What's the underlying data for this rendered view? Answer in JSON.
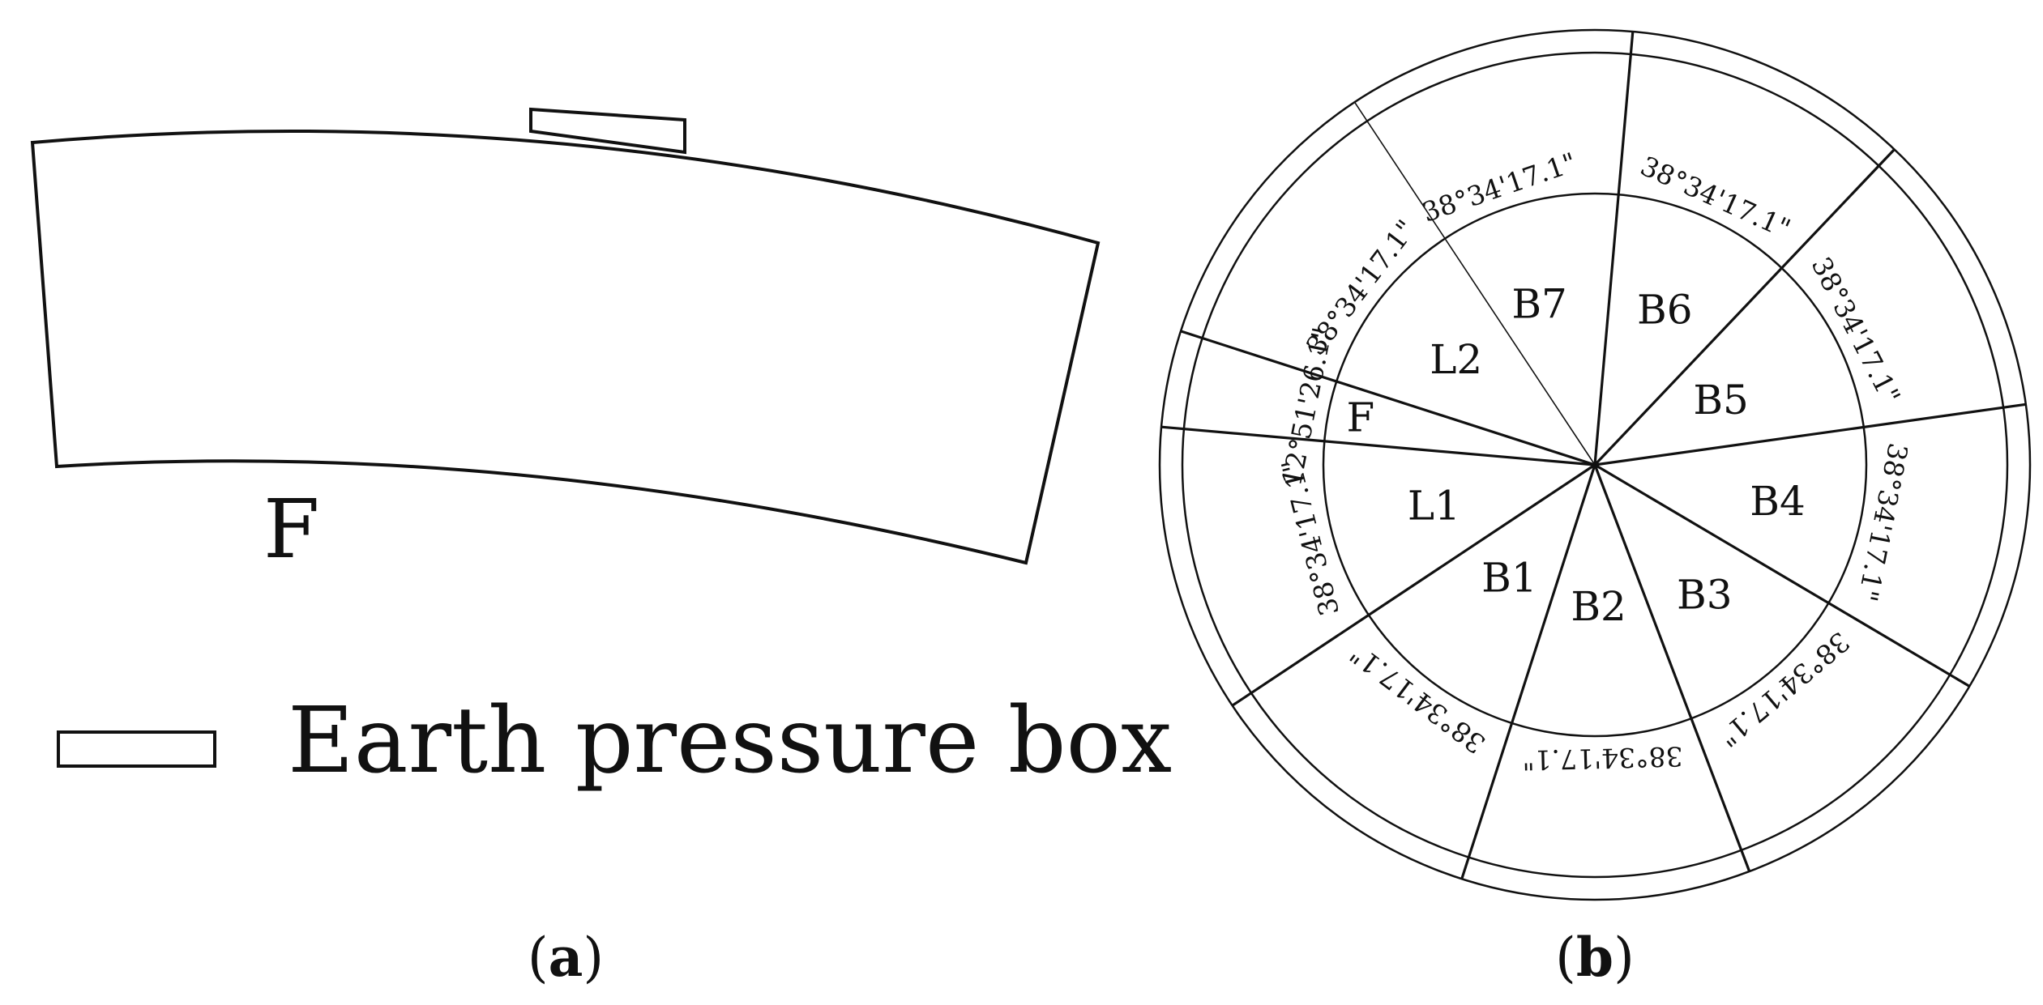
{
  "panel_a": {
    "label_open": "(",
    "label_letter": "a",
    "label_close": ")",
    "segment_label": "F",
    "legend_label": "Earth pressure box"
  },
  "panel_b": {
    "label_open": "(",
    "label_letter": "b",
    "label_close": ")",
    "segments": [
      "B6",
      "B5",
      "B4",
      "B3",
      "B2",
      "B1",
      "L1",
      "F",
      "L2",
      "B7"
    ],
    "angles": [
      "38°34'17.1\"",
      "38°34'17.1\"",
      "38°34'17.1\"",
      "38°34'17.1\"",
      "38°34'17.1\"",
      "38°34'17.1\"",
      "38°34'17.1\"",
      "12°51'26.1\"",
      "38°34'17.1\"",
      "38°34'17.1\""
    ]
  }
}
